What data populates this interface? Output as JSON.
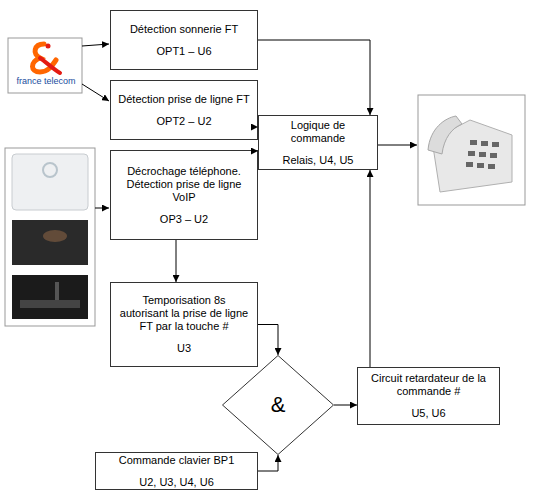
{
  "diagram": {
    "nodes": [
      {
        "text": [
          "Détection sonnerie FT",
          "OPT1 – U6"
        ]
      },
      {
        "text": [
          "Détection prise de ligne FT",
          "OPT2 – U2"
        ]
      },
      {
        "text": [
          "Décrochage téléphone. Détection prise de ligne VoIP",
          "OP3 – U2"
        ]
      },
      {
        "text": [
          "Logique de commande",
          "Relais, U4, U5"
        ]
      },
      {
        "text": [
          "Temporisation 8s autorisant la prise de ligne FT par la touche #",
          "U3"
        ]
      },
      {
        "text": [
          "&"
        ]
      },
      {
        "text": [
          "Circuit retardateur de la commande #",
          "U5, U6"
        ]
      },
      {
        "text": [
          "Commande clavier BP1",
          "U2, U3, U4, U6"
        ]
      }
    ],
    "edges": [
      {
        "from": 0,
        "to": 3,
        "arrow": "to"
      },
      {
        "from": 1,
        "to": 3,
        "arrow": "to"
      },
      {
        "from": 2,
        "to": 3,
        "arrow": "to"
      },
      {
        "from": 2,
        "to": 4,
        "arrow": "to"
      },
      {
        "from": 4,
        "to": 5,
        "arrow": "to"
      },
      {
        "from": 7,
        "to": 5,
        "arrow": "to"
      },
      {
        "from": 5,
        "to": 6,
        "arrow": "to"
      },
      {
        "from": 6,
        "to": 3,
        "arrow": "to"
      }
    ],
    "labels": [
      "france telecom"
    ]
  }
}
